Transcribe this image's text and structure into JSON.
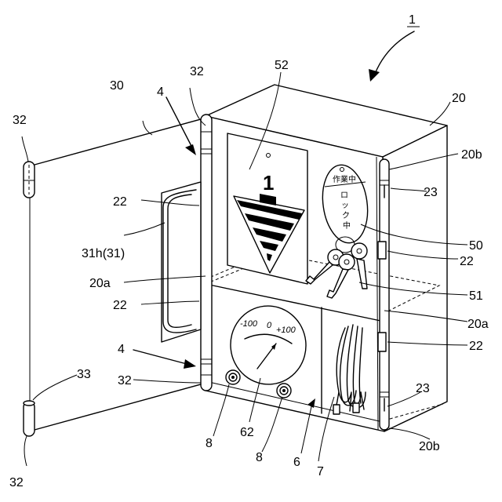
{
  "labels": {
    "fig_no": "1",
    "housing": "20",
    "door": "30",
    "hinge_top_left": "32",
    "hinge_top_door": "32",
    "hinge_bottom_door": "32",
    "hinge_bottom_left": "32",
    "hinge_pin": "33",
    "arrow_upper": "4",
    "arrow_lower": "4",
    "tag_plate": "52",
    "side_edge_top": "20b",
    "side_edge_bottom": "20b",
    "hook_top": "23",
    "hook_bottom": "23",
    "clip_left_top": "22",
    "clip_left_bottom": "22",
    "clip_right_top": "22",
    "clip_right_bottom": "22",
    "handle": "31h(31)",
    "shelf_left": "20a",
    "shelf_right": "20a",
    "key_tag": "50",
    "keys": "51",
    "terminal_left": "8",
    "terminal_right": "8",
    "meter": "62",
    "compartment": "6",
    "cables": "7"
  },
  "meter_scale": {
    "left": "-100",
    "mid": "0",
    "right": "+100"
  },
  "tag_plate_number": "1",
  "key_tag_text": {
    "top": "作業中",
    "vertical": [
      "ロ",
      "ッ",
      "ク",
      "中"
    ]
  }
}
